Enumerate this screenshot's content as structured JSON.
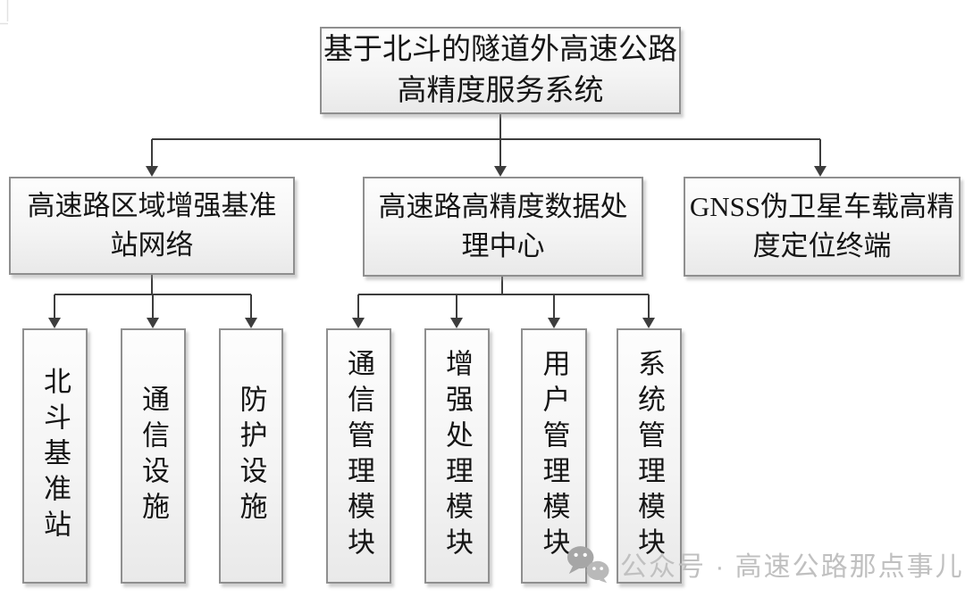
{
  "diagram": {
    "root": {
      "label": "基于北斗的隧道外高速公路\n高精度服务系统"
    },
    "branches": [
      {
        "label": "高速路区域增强基准\n站网络"
      },
      {
        "label": "高速路高精度数据处\n理中心"
      },
      {
        "label": "GNSS伪卫星车载高精\n度定位终端"
      }
    ],
    "station_network_children": [
      "北斗基准站",
      "通信设施",
      "防护设施"
    ],
    "data_center_children": [
      "通信管理模块",
      "增强处理模块",
      "用户管理模块",
      "系统管理模块"
    ]
  },
  "watermark": {
    "icon": "wechat-icon",
    "text": "公众号 · 高速公路那点事儿"
  },
  "colors": {
    "box_border": "#8f8f8f",
    "box_fill_top": "#fdfdfd",
    "box_fill_bottom": "#e9e9e9",
    "connector": "#3d3d3d",
    "watermark_gray": "#c0c0c0"
  }
}
